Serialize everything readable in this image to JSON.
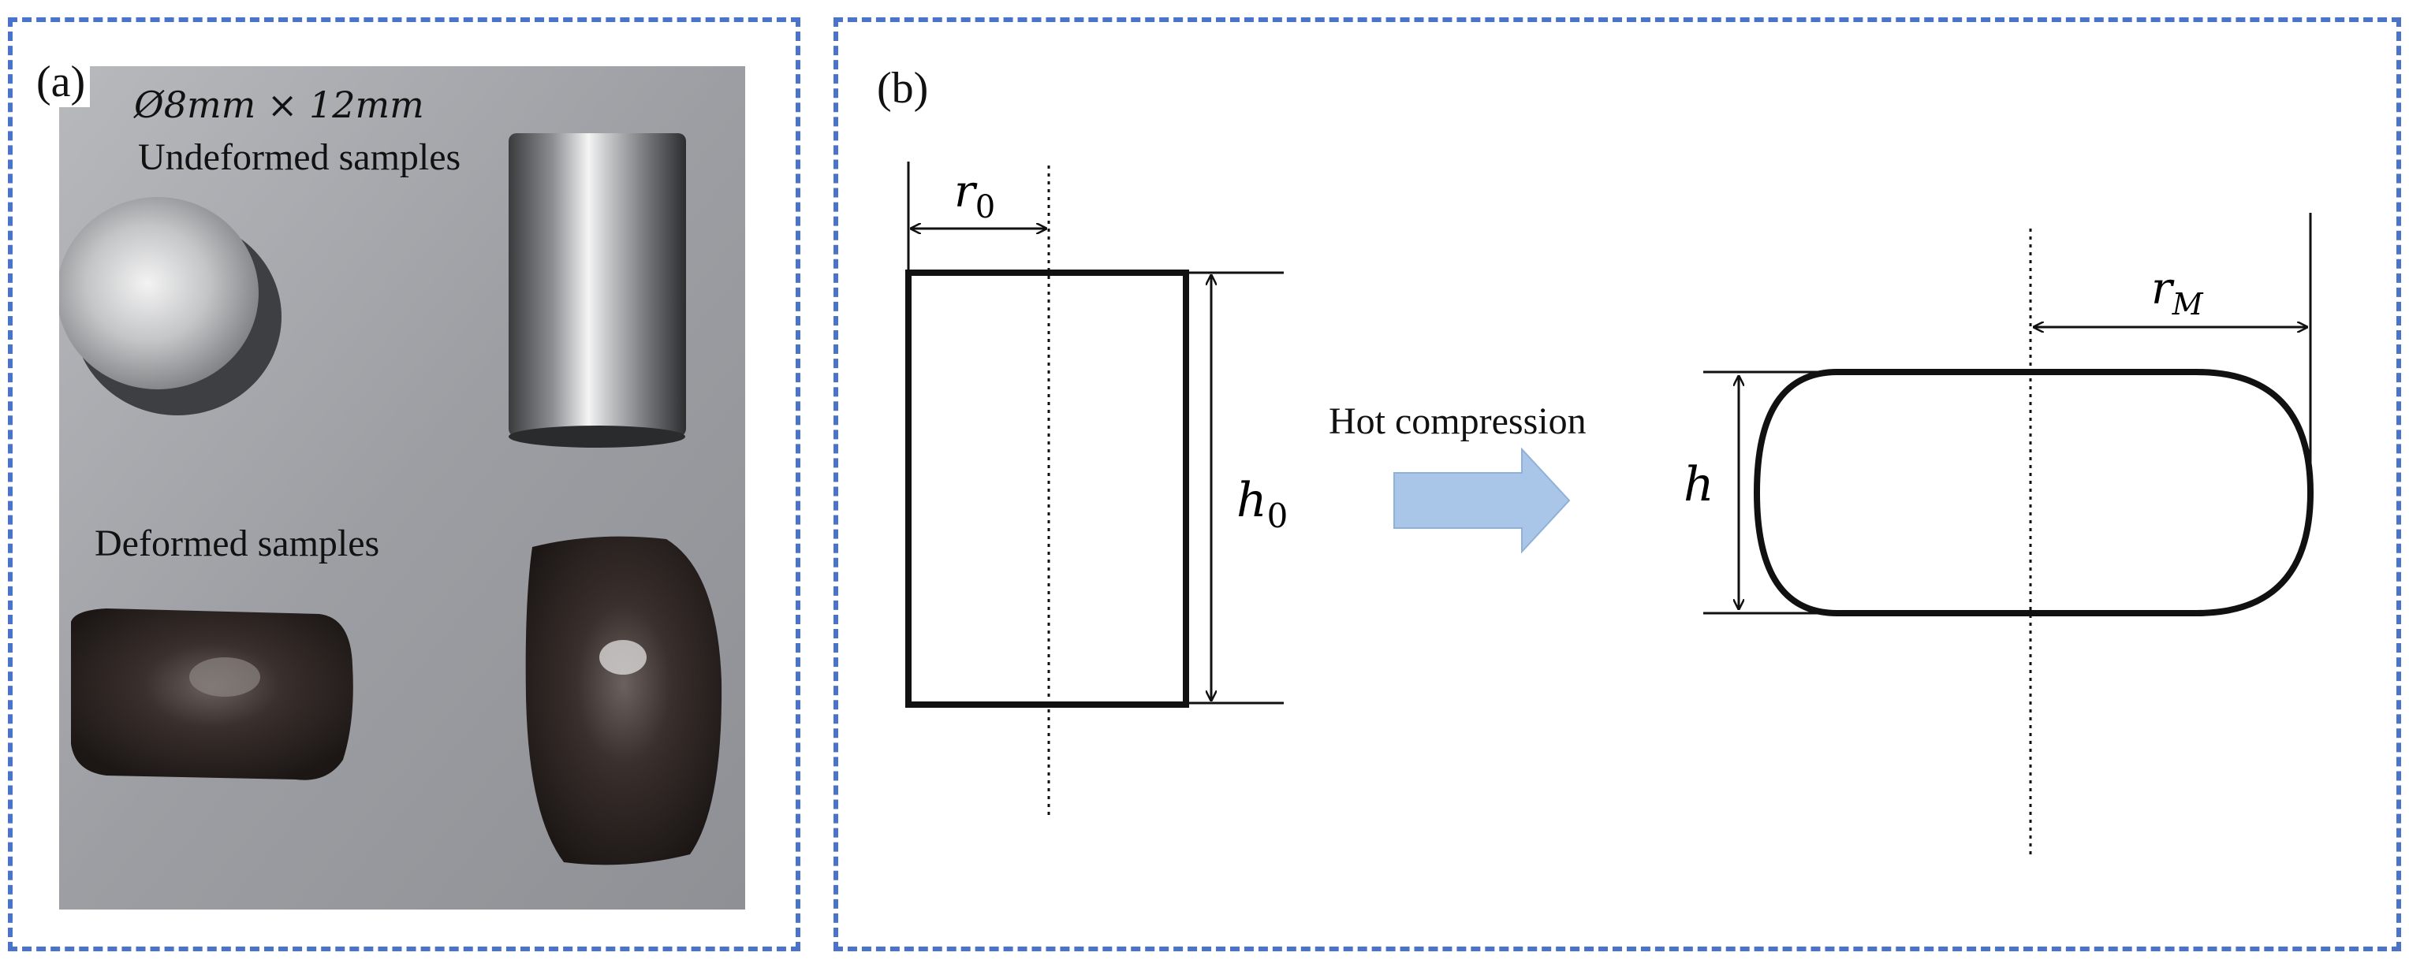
{
  "panel_a": {
    "label": "(a)",
    "dimension": "Ø8mm × 12mm",
    "undeformed_label": "Undeformed samples",
    "deformed_label": "Deformed samples"
  },
  "panel_b": {
    "label": "(b)",
    "r0": "r",
    "r0_sub": "0",
    "h0": "h",
    "h0_sub": "0",
    "h": "h",
    "rM": "r",
    "rM_sub": "M",
    "process": "Hot compression"
  },
  "colors": {
    "border": "#4a74c9",
    "arrow": "#a9c6e8",
    "background_photo": "#9a9b9f"
  }
}
